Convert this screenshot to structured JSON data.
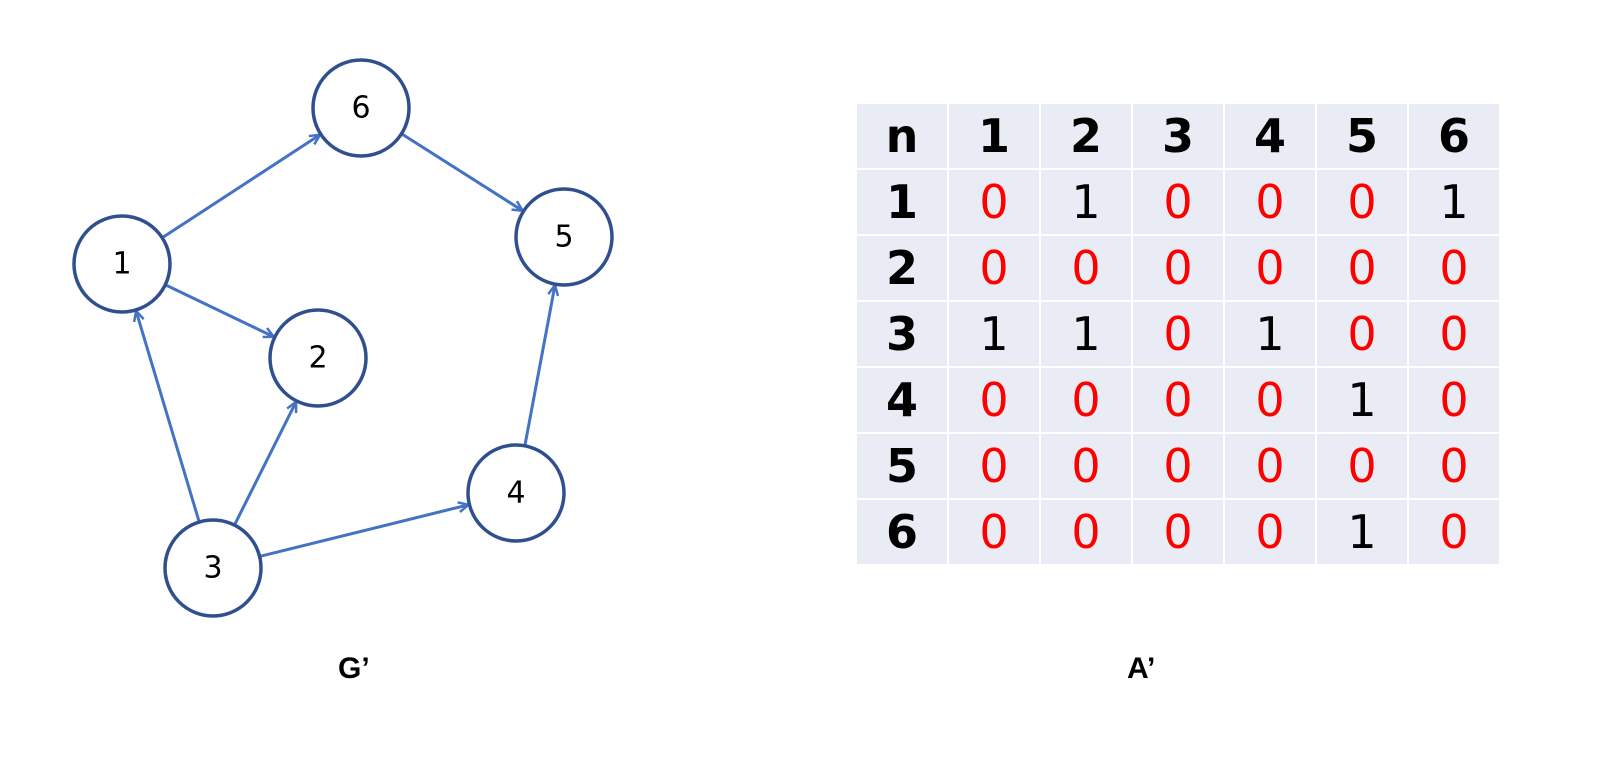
{
  "graph": {
    "caption": "G’",
    "nodes": [
      {
        "id": "1",
        "label": "1"
      },
      {
        "id": "2",
        "label": "2"
      },
      {
        "id": "3",
        "label": "3"
      },
      {
        "id": "4",
        "label": "4"
      },
      {
        "id": "5",
        "label": "5"
      },
      {
        "id": "6",
        "label": "6"
      }
    ],
    "edges": [
      {
        "from": "1",
        "to": "6"
      },
      {
        "from": "1",
        "to": "2"
      },
      {
        "from": "6",
        "to": "5"
      },
      {
        "from": "3",
        "to": "1"
      },
      {
        "from": "3",
        "to": "2"
      },
      {
        "from": "3",
        "to": "4"
      },
      {
        "from": "4",
        "to": "5"
      }
    ],
    "colors": {
      "edge": "#4472c4",
      "node_border": "#2f4f8f"
    }
  },
  "matrix": {
    "caption": "A’",
    "corner": "n",
    "col_headers": [
      "1",
      "2",
      "3",
      "4",
      "5",
      "6"
    ],
    "rows": [
      {
        "header": "1",
        "values": [
          "0",
          "1",
          "0",
          "0",
          "0",
          "1"
        ]
      },
      {
        "header": "2",
        "values": [
          "0",
          "0",
          "0",
          "0",
          "0",
          "0"
        ]
      },
      {
        "header": "3",
        "values": [
          "1",
          "1",
          "0",
          "1",
          "0",
          "0"
        ]
      },
      {
        "header": "4",
        "values": [
          "0",
          "0",
          "0",
          "0",
          "1",
          "0"
        ]
      },
      {
        "header": "5",
        "values": [
          "0",
          "0",
          "0",
          "0",
          "0",
          "0"
        ]
      },
      {
        "header": "6",
        "values": [
          "0",
          "0",
          "0",
          "0",
          "1",
          "0"
        ]
      }
    ],
    "colors": {
      "zero": "#ff0000",
      "one": "#000000",
      "cell_bg": "#e9ebf5"
    }
  }
}
